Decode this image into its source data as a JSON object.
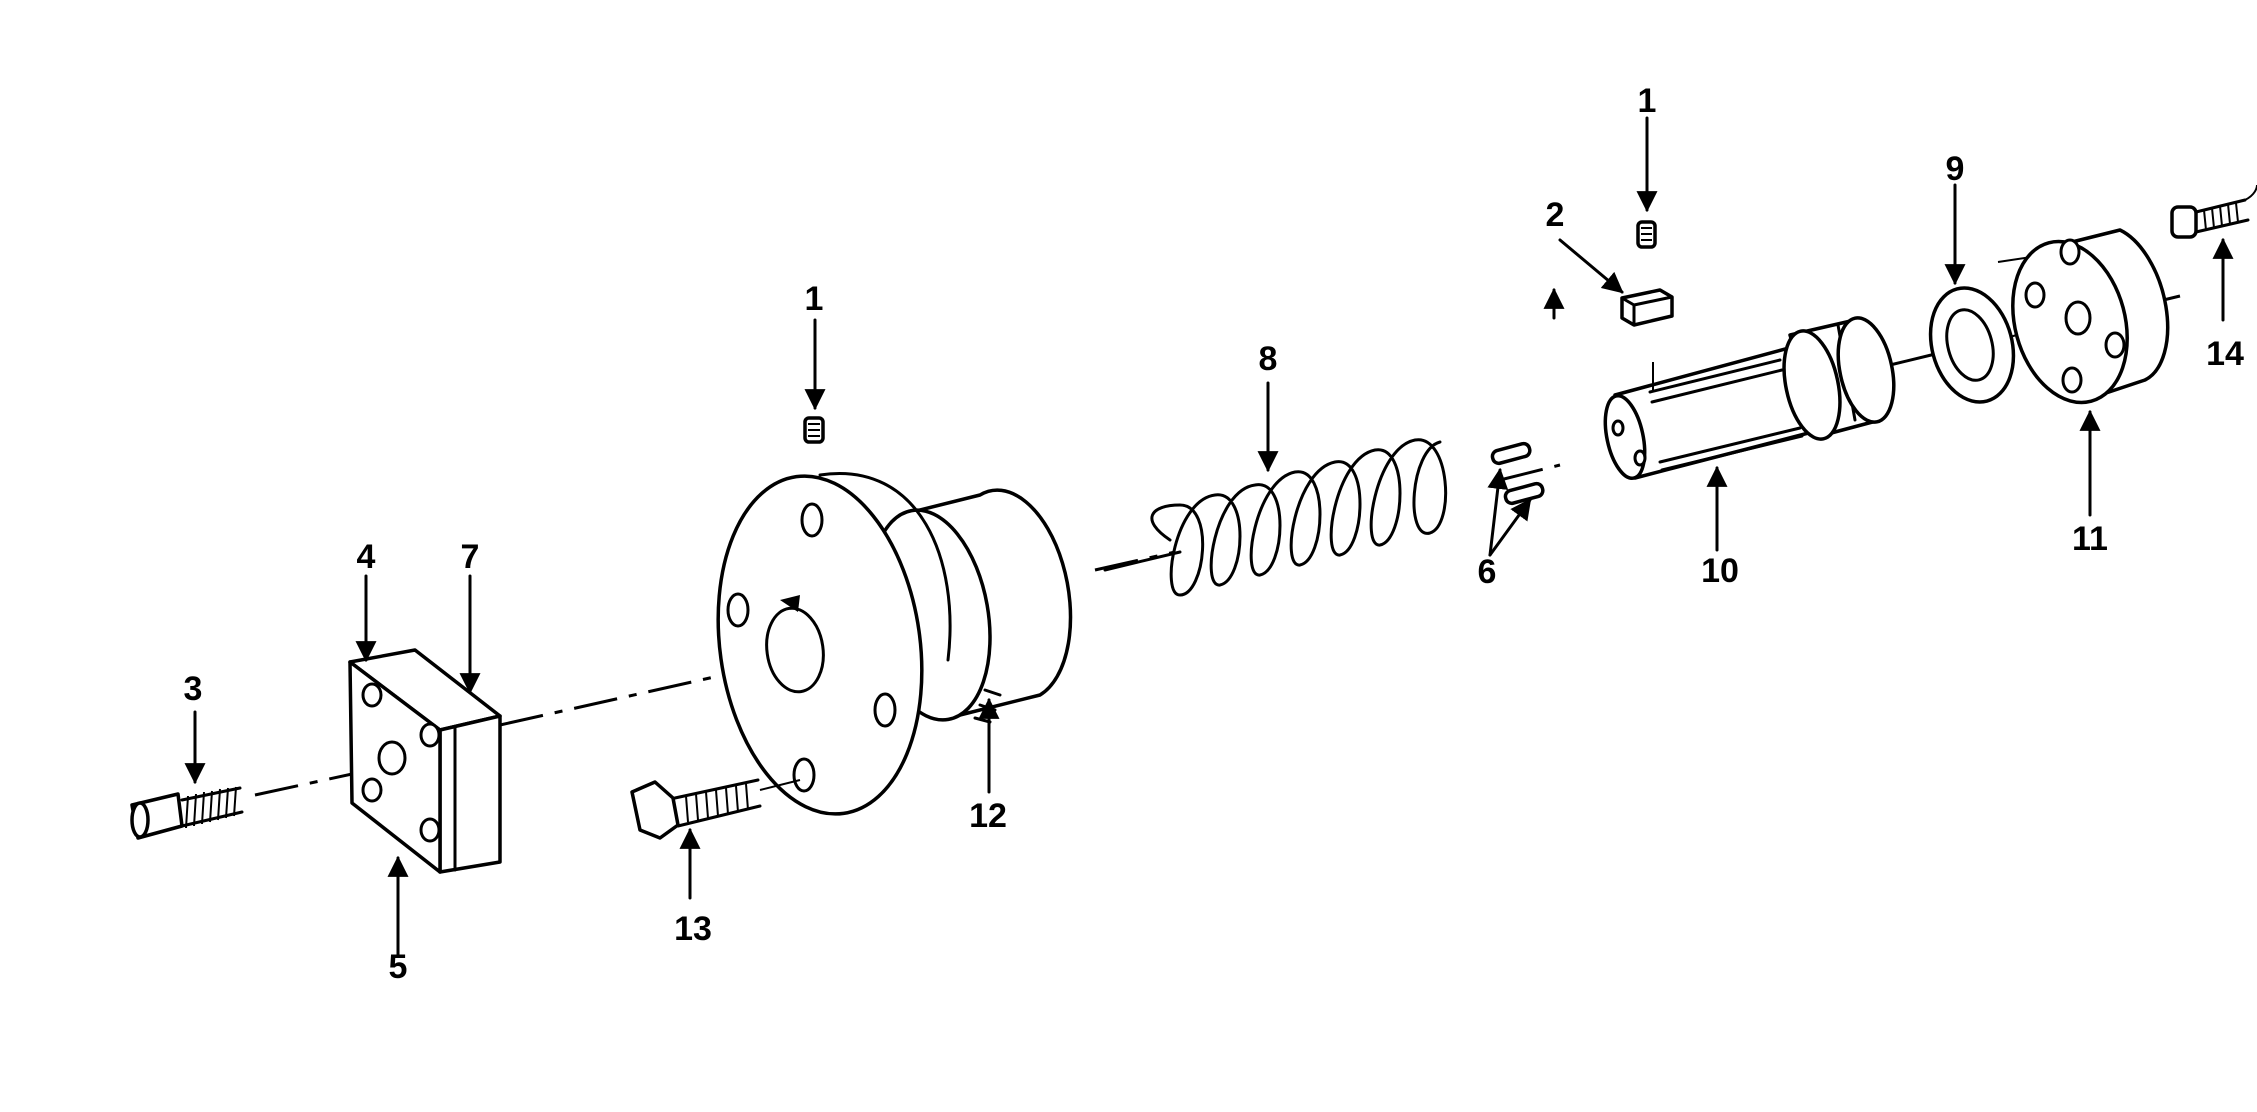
{
  "callouts": {
    "c1a": "1",
    "c1b": "1",
    "c2": "2",
    "c3": "3",
    "c4": "4",
    "c5": "5",
    "c6": "6",
    "c7": "7",
    "c8": "8",
    "c9": "9",
    "c10": "10",
    "c11": "11",
    "c12": "12",
    "c13": "13",
    "c14": "14"
  }
}
